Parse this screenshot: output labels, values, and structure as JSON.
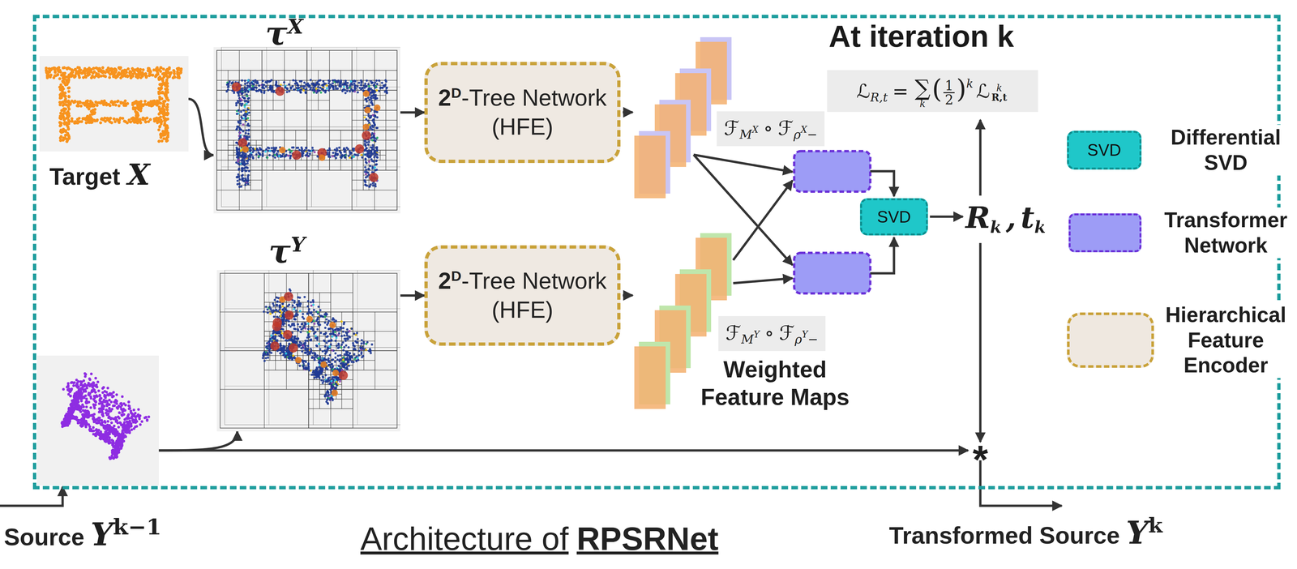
{
  "diagram": {
    "caption": "Architecture of",
    "nodes": [
      {
        "text": [
          "At iteration k"
        ]
      },
      {
        "text": [
          "Target",
          "X"
        ],
        "in": 0
      },
      {
        "text": [
          "τ",
          "X"
        ],
        "in": 0
      },
      {
        "text": [
          "2",
          "D",
          "-Tree Network",
          "(HFE)"
        ],
        "in": 0
      },
      {
        "text": [
          "SVD"
        ],
        "in": 0
      },
      {
        "text": [
          "τ",
          "Y"
        ],
        "in": 0
      },
      {
        "text": [
          "2",
          "D",
          "-Tree Network",
          "(HFE)"
        ],
        "in": 0
      },
      {
        "text": [
          "Source",
          "Y",
          "k−1"
        ],
        "in": 0
      }
    ],
    "edges": [
      {
        "from": 1,
        "to": 2,
        "arrow": "to"
      },
      {
        "from": 2,
        "to": 3,
        "arrow": "to"
      },
      {
        "from": 7,
        "to": 5,
        "arrow": "to"
      },
      {
        "from": 5,
        "to": 6,
        "arrow": "to"
      }
    ],
    "labels": [
      "ℱ",
      "M",
      "X",
      "∘",
      "ℱ",
      "ρ",
      "X",
      "−",
      "ℱ",
      "M",
      "Y",
      "∘",
      "ℱ",
      "ρ",
      "Y",
      "−",
      "ℒ",
      "R,t",
      "=",
      "∑",
      "k",
      "(",
      "1",
      "2",
      ")",
      "k",
      "ℒ",
      "k",
      "R,t",
      "Weighted Feature Maps",
      "R",
      "k",
      ",",
      "t",
      "k",
      "*",
      "Transformed Source",
      "Y",
      "k",
      "RPSRNet",
      "SVD"
    ],
    "legend": [
      {
        "text": "Differential SVD",
        "color": "#1fc7c9"
      },
      {
        "text": "Transformer Network",
        "color": "#9d9cf6"
      },
      {
        "text": "Hierarchical Feature Encoder",
        "color": "#efe8e0"
      }
    ]
  }
}
